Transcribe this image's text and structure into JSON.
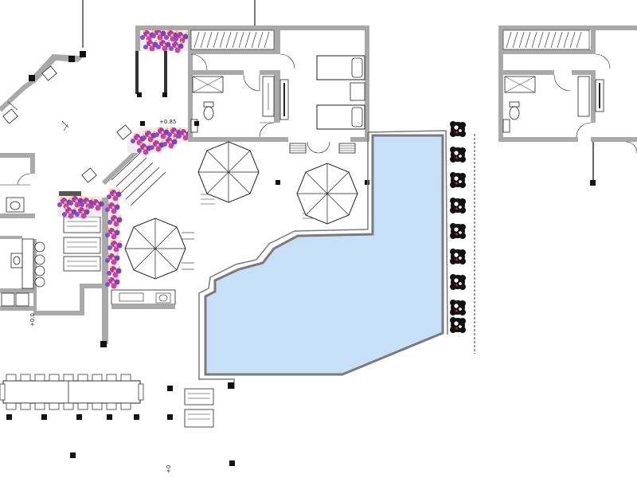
{
  "plan": {
    "colors": {
      "wall": "#a9a9a9",
      "wall_dark": "#8c8c8c",
      "pool_fill": "#c7e0f8",
      "pool_edge": "#7a7a7a",
      "line": "#333333",
      "column": "#111111",
      "planter_pink": "#c02fb4",
      "planter_purple": "#7b3fc8",
      "planter_yellow": "#f2d326",
      "shrub": "#111111"
    },
    "labels": {
      "level_planter": "+0.85",
      "level_left": "+0.0",
      "level_bottom": "+0"
    },
    "icons": {
      "umbrella": "umbrella-icon",
      "shrub": "shrub-icon",
      "sun_lounger": "sun-lounger-icon",
      "bed": "bed-icon",
      "toilet": "toilet-icon",
      "sink": "sink-icon",
      "shower": "shower-icon"
    }
  }
}
